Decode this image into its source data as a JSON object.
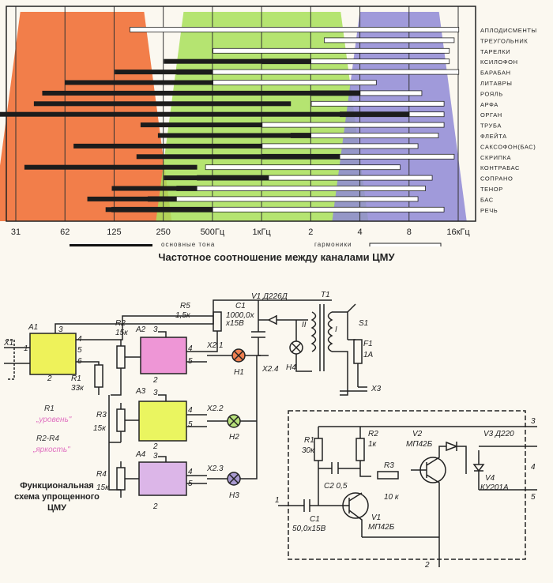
{
  "chart_data": {
    "type": "bar",
    "title": "Частотное соотношение   между каналами ЦМУ",
    "x_ticks": [
      "31",
      "62",
      "125",
      "250",
      "500Гц",
      "1кГц",
      "2",
      "4",
      "8",
      "16кГц"
    ],
    "legend": {
      "fundamental": "основные тона",
      "harmonics": "гармоники"
    },
    "categories": [
      "АПЛОДИСМЕНТЫ",
      "ТРЕУГОЛЬНИК",
      "ТАРЕЛКИ",
      "КСИЛОФОН",
      "БАРАБАН",
      "ЛИТАВРЫ",
      "РОЯЛЬ",
      "АРФА",
      "ОРГАН",
      "ТРУБА",
      "ФЛЕЙТА",
      "САКСОФОН(БАС)",
      "СКРИПКА",
      "КОНТРАБАС",
      "СОПРАНО",
      "ТЕНОР",
      "БАС",
      "РЕЧЬ"
    ],
    "fundamental": [
      [
        null,
        null
      ],
      [
        null,
        null
      ],
      [
        null,
        null
      ],
      [
        250,
        2000
      ],
      [
        125,
        500
      ],
      [
        62,
        500
      ],
      [
        45,
        4000
      ],
      [
        40,
        1500
      ],
      [
        22,
        8000
      ],
      [
        180,
        1000
      ],
      [
        230,
        2000
      ],
      [
        70,
        1000
      ],
      [
        170,
        3000
      ],
      [
        35,
        400
      ],
      [
        250,
        1100
      ],
      [
        120,
        400
      ],
      [
        85,
        300
      ],
      [
        110,
        500
      ]
    ],
    "harmonics": [
      [
        155,
        16000
      ],
      [
        2400,
        15000
      ],
      [
        500,
        14000
      ],
      [
        1000,
        14000
      ],
      [
        300,
        16000
      ],
      [
        500,
        5000
      ],
      [
        2000,
        9500
      ],
      [
        2000,
        13000
      ],
      [
        3000,
        13000
      ],
      [
        1000,
        13000
      ],
      [
        1500,
        12000
      ],
      [
        1000,
        9000
      ],
      [
        1000,
        15000
      ],
      [
        450,
        7000
      ],
      [
        400,
        11000
      ],
      [
        300,
        10000
      ],
      [
        200,
        9000
      ],
      [
        120,
        13000
      ]
    ],
    "bands": [
      {
        "color": "#f0682d",
        "range": [
          25,
          250
        ]
      },
      {
        "color": "#a8e05a",
        "range": [
          250,
          4000
        ]
      },
      {
        "color": "#8f8ad6",
        "range": [
          3000,
          16000
        ]
      }
    ],
    "xlim": [
      20,
      20000
    ]
  },
  "schematic": {
    "caption": [
      "Функциональная",
      "схема упрощенного",
      "ЦМУ"
    ],
    "notes": [
      "R1",
      "„уровень\"",
      "R2-R4",
      "„яркость\""
    ],
    "labels": [
      "X1",
      "A1",
      "3",
      "1",
      "4",
      "5",
      "6",
      "2",
      "R1",
      "33к",
      "R2",
      "15к",
      "A2",
      "3",
      "4",
      "5",
      "2",
      "R5",
      "1,5к",
      "C1",
      "1000,0х",
      "х15В",
      "V1 Д226Д",
      "T1",
      "II",
      "I",
      "S1",
      "F1",
      "1А",
      "X2.1",
      "H1",
      "H4",
      "X2.4",
      "X3",
      "A3",
      "3",
      "4",
      "5",
      "2",
      "R3",
      "15к",
      "X2.2",
      "H2",
      "A4",
      "3",
      "4",
      "5",
      "2",
      "R4",
      "15к",
      "X2.3",
      "H3"
    ],
    "box_labels": [
      "R1",
      "30к",
      "R2",
      "1к",
      "V2",
      "МП42Б",
      "V3 Д220",
      "C2 0,5",
      "R3",
      "10 к",
      "V4",
      "КУ201А",
      "1",
      "C1",
      "50,0х15В",
      "V1",
      "МП42Б",
      "2",
      "3",
      "4",
      "5"
    ]
  }
}
